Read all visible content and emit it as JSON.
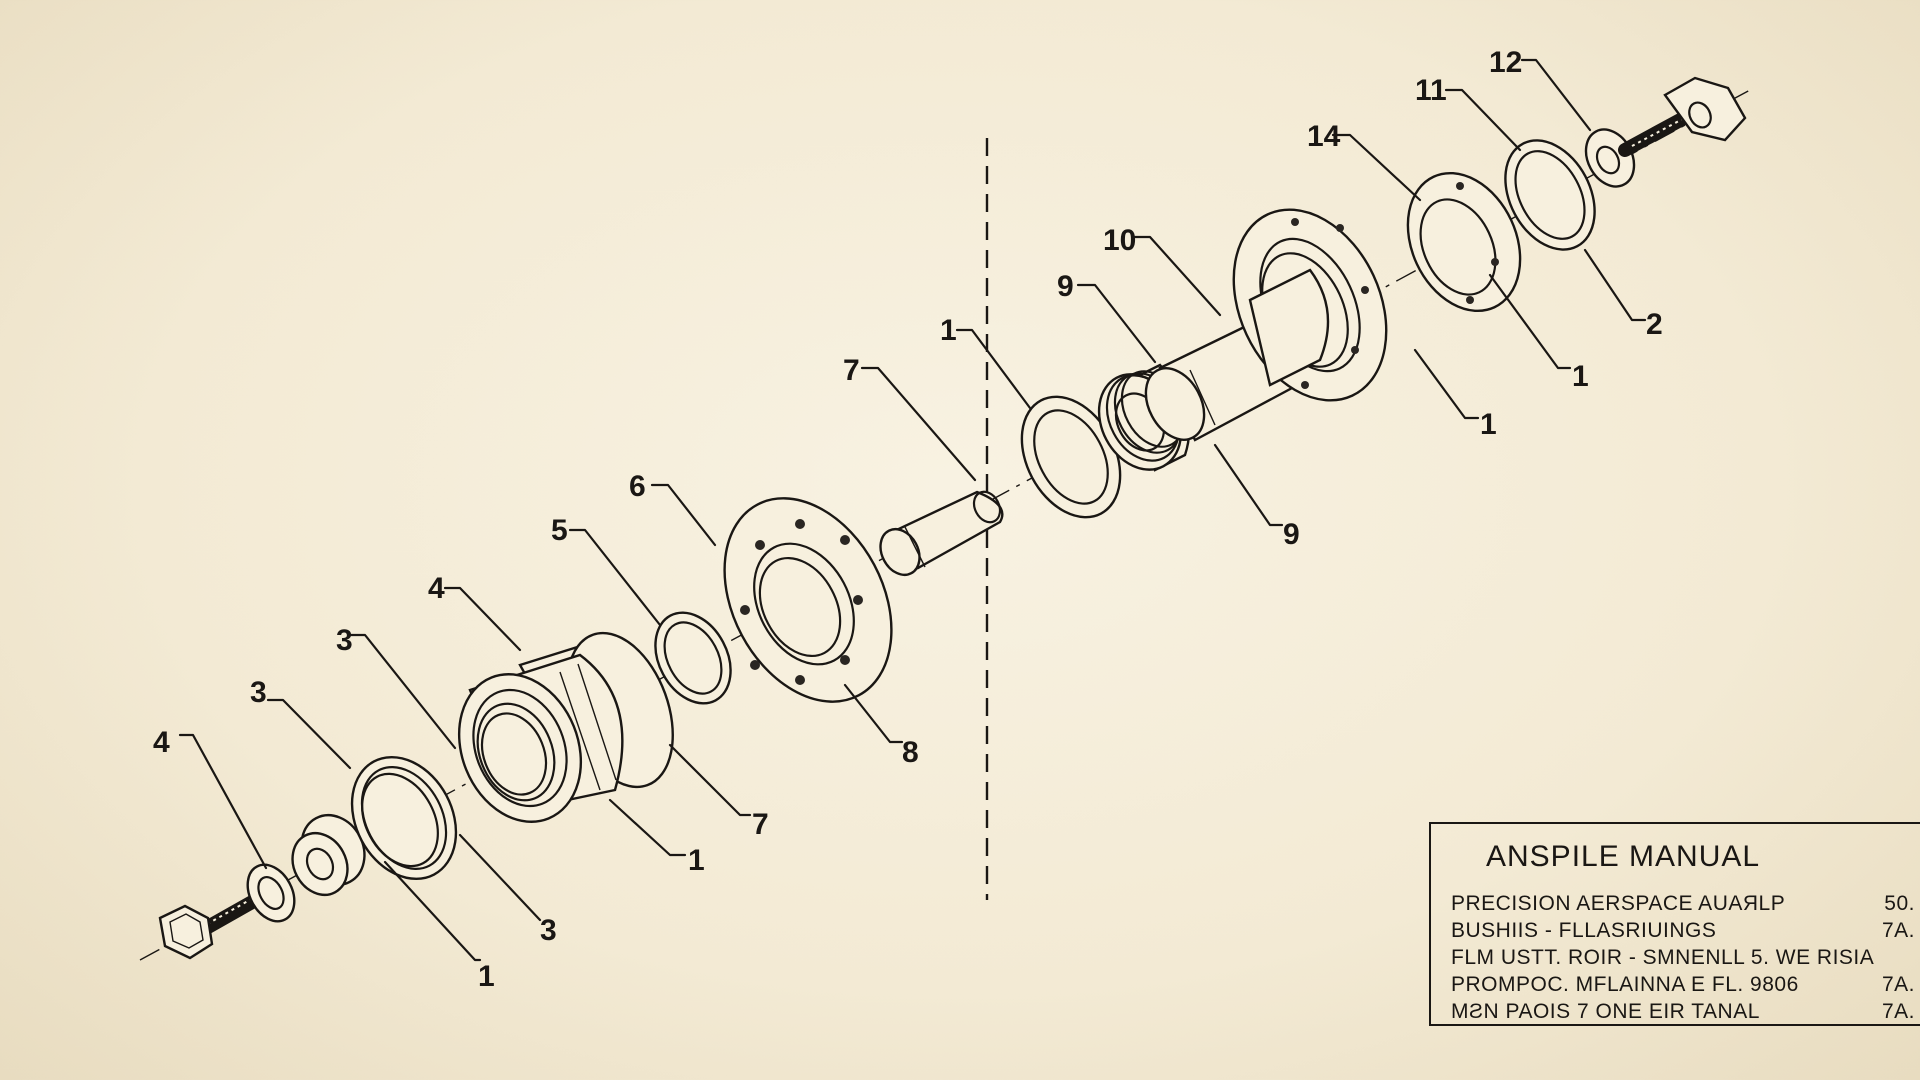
{
  "labels": {
    "l4a": "4",
    "l3a": "3",
    "l3b": "3",
    "l4b": "4",
    "l5": "5",
    "l6": "6",
    "l7a": "7",
    "l1a": "1",
    "l9a": "9",
    "l10": "10",
    "l14": "14",
    "l11": "11",
    "l12": "12",
    "l1b": "1",
    "l3c": "3",
    "l1c": "1",
    "l7b": "7",
    "l8": "8",
    "l9b": "9",
    "l1d": "1",
    "l1e": "1",
    "l2": "2"
  },
  "title_block": {
    "title": "ANSPILE MANUAL",
    "rows": [
      {
        "text": "PRECISION AERSPACE AUAЯLP",
        "value": "50."
      },
      {
        "text": "BUSHIIS - FLLASRIUINGS",
        "value": "7A."
      },
      {
        "text": "FLM USTT. ROIR - SMNENLL 5. WE RISIA",
        "value": ""
      },
      {
        "text": "PROMPOC. MFLAINNA E FL. 9806",
        "value": "7A."
      },
      {
        "text": "MƧN PAOIS 7 ONE EIR TANAL",
        "value": "7A."
      }
    ]
  }
}
